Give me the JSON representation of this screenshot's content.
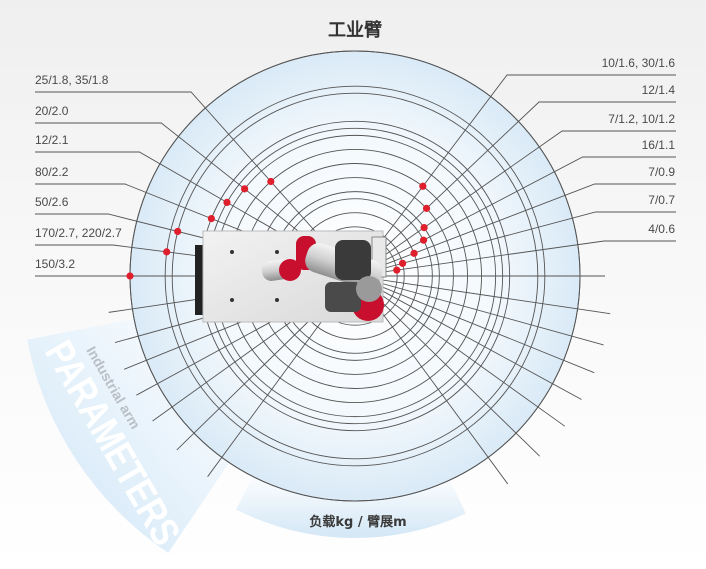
{
  "title": "工业臂",
  "axis_caption": "负载kg / 臂展m",
  "banner": {
    "title": "PARAMETERS",
    "subtitle": "Industrial arm"
  },
  "max_reach_m": 3.2,
  "left_specs": [
    {
      "label": "25/1.8, 35/1.8",
      "reach_m": 1.8
    },
    {
      "label": "20/2.0",
      "reach_m": 2.0
    },
    {
      "label": "12/2.1",
      "reach_m": 2.1
    },
    {
      "label": "80/2.2",
      "reach_m": 2.2
    },
    {
      "label": "50/2.6",
      "reach_m": 2.6
    },
    {
      "label": "170/2.7, 220/2.7",
      "reach_m": 2.7
    },
    {
      "label": "150/3.2",
      "reach_m": 3.2
    }
  ],
  "right_specs": [
    {
      "label": "10/1.6, 30/1.6",
      "reach_m": 1.6
    },
    {
      "label": "12/1.4",
      "reach_m": 1.4
    },
    {
      "label": "7/1.2, 10/1.2",
      "reach_m": 1.2
    },
    {
      "label": "16/1.1",
      "reach_m": 1.1
    },
    {
      "label": "7/0.9",
      "reach_m": 0.9
    },
    {
      "label": "7/0.7",
      "reach_m": 0.7
    },
    {
      "label": "4/0.6",
      "reach_m": 0.6
    }
  ],
  "colors": {
    "dot": "#e01f2d",
    "line": "#555555",
    "disc": "#dcebf7",
    "joint": "#c8102e"
  }
}
